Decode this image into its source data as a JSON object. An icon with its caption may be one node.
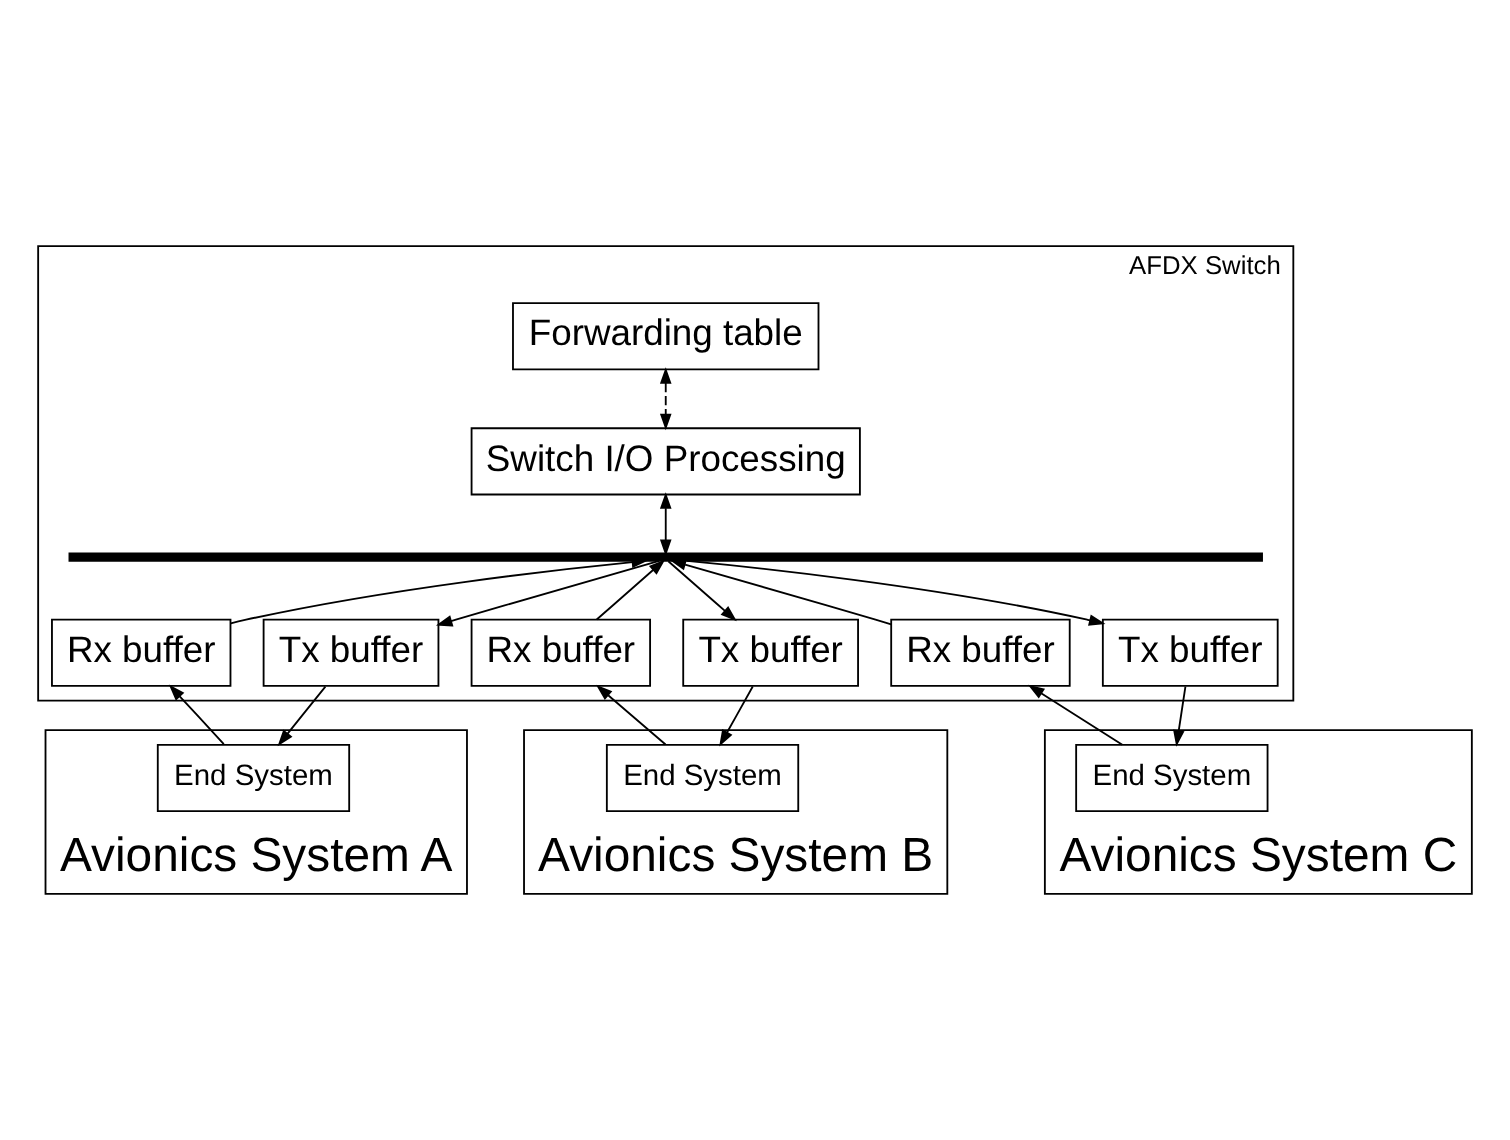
{
  "diagram": {
    "nodes": [
      {
        "text": [
          "AFDX Switch"
        ]
      },
      {
        "text": [
          "Forwarding table"
        ],
        "in": 0
      },
      {
        "text": [
          "Switch I/O Processing"
        ],
        "in": 0
      },
      {
        "text": [],
        "shape": "bar",
        "in": 0
      },
      {
        "text": [
          "Rx buffer"
        ],
        "in": 0
      },
      {
        "text": [
          "Tx buffer"
        ],
        "in": 0
      },
      {
        "text": [
          "Rx buffer"
        ],
        "in": 0
      },
      {
        "text": [
          "Tx buffer"
        ],
        "in": 0
      },
      {
        "text": [
          "Rx buffer"
        ],
        "in": 0
      },
      {
        "text": [
          "Tx buffer"
        ],
        "in": 0
      },
      {
        "text": [
          "Avionics System A"
        ]
      },
      {
        "text": [
          "End System"
        ],
        "in": 10
      },
      {
        "text": [
          "Avionics System B"
        ]
      },
      {
        "text": [
          "End System"
        ],
        "in": 12
      },
      {
        "text": [
          "Avionics System C"
        ]
      },
      {
        "text": [
          "End System"
        ],
        "in": 14
      }
    ],
    "edges": [
      {
        "from": 1,
        "to": 2,
        "arrow": "both",
        "style": "dashed"
      },
      {
        "from": 2,
        "to": 3,
        "arrow": "both"
      },
      {
        "from": 4,
        "to": 3,
        "arrow": "to"
      },
      {
        "from": 3,
        "to": 5,
        "arrow": "to"
      },
      {
        "from": 6,
        "to": 3,
        "arrow": "to"
      },
      {
        "from": 3,
        "to": 7,
        "arrow": "to"
      },
      {
        "from": 8,
        "to": 3,
        "arrow": "to"
      },
      {
        "from": 3,
        "to": 9,
        "arrow": "to"
      },
      {
        "from": 11,
        "to": 4,
        "arrow": "to"
      },
      {
        "from": 5,
        "to": 11,
        "arrow": "to"
      },
      {
        "from": 13,
        "to": 6,
        "arrow": "to"
      },
      {
        "from": 7,
        "to": 13,
        "arrow": "to"
      },
      {
        "from": 15,
        "to": 8,
        "arrow": "to"
      },
      {
        "from": 9,
        "to": 15,
        "arrow": "to"
      }
    ]
  }
}
